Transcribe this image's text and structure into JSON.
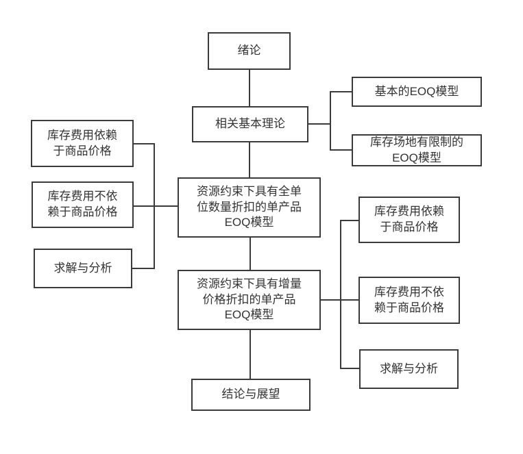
{
  "diagram": {
    "type": "flowchart",
    "background_color": "#ffffff",
    "line_color": "#3a3a3a",
    "text_color": "#333333",
    "box_fill": "#ffffff",
    "nodes": {
      "intro": {
        "label": "绪论"
      },
      "theory": {
        "label": "相关基本理论"
      },
      "basic_eoq": {
        "label": "基本的EOQ模型"
      },
      "limited_space_eoq": {
        "label": "库存场地有限制的\nEOQ模型"
      },
      "left_holding_dependent": {
        "label": "库存费用依赖\n于商品价格"
      },
      "left_holding_independent": {
        "label": "库存费用不依\n赖于商品价格"
      },
      "left_solve_analysis": {
        "label": "求解与分析"
      },
      "all_unit_discount_model": {
        "label": "资源约束下具有全单\n位数量折扣的单产品\nEOQ模型"
      },
      "incremental_discount_model": {
        "label": "资源约束下具有增量\n价格折扣的单产品\nEOQ模型"
      },
      "right_holding_dependent": {
        "label": "库存费用依赖\n于商品价格"
      },
      "right_holding_independent": {
        "label": "库存费用不依\n赖于商品价格"
      },
      "right_solve_analysis": {
        "label": "求解与分析"
      },
      "conclusion": {
        "label": "结论与展望"
      }
    },
    "edges": [
      "intro -> theory",
      "theory -> basic_eoq",
      "theory -> limited_space_eoq",
      "theory -> all_unit_discount_model",
      "left_holding_dependent -> all_unit_discount_model",
      "left_holding_independent -> all_unit_discount_model",
      "left_solve_analysis -> all_unit_discount_model",
      "all_unit_discount_model -> incremental_discount_model",
      "incremental_discount_model -> right_holding_dependent",
      "incremental_discount_model -> right_holding_independent",
      "incremental_discount_model -> right_solve_analysis",
      "incremental_discount_model -> conclusion"
    ]
  }
}
